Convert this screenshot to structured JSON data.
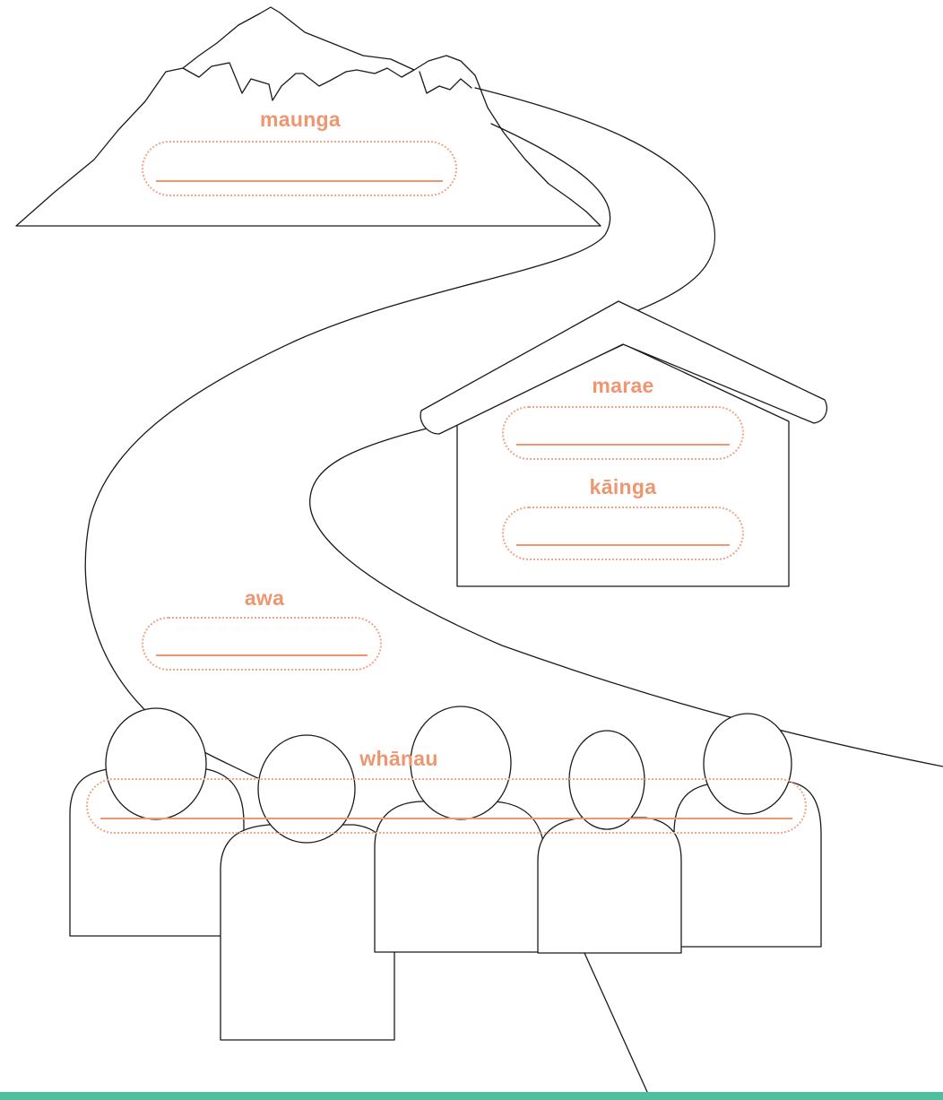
{
  "labels": {
    "maunga": "maunga",
    "marae": "marae",
    "kainga": "kāinga",
    "awa": "awa",
    "whanau": "whānau"
  },
  "colors": {
    "label": "#ee9670",
    "field_border": "#f0a48a",
    "line_art": "#1a1a1a",
    "bottom_bar": "#4fbf9e"
  }
}
